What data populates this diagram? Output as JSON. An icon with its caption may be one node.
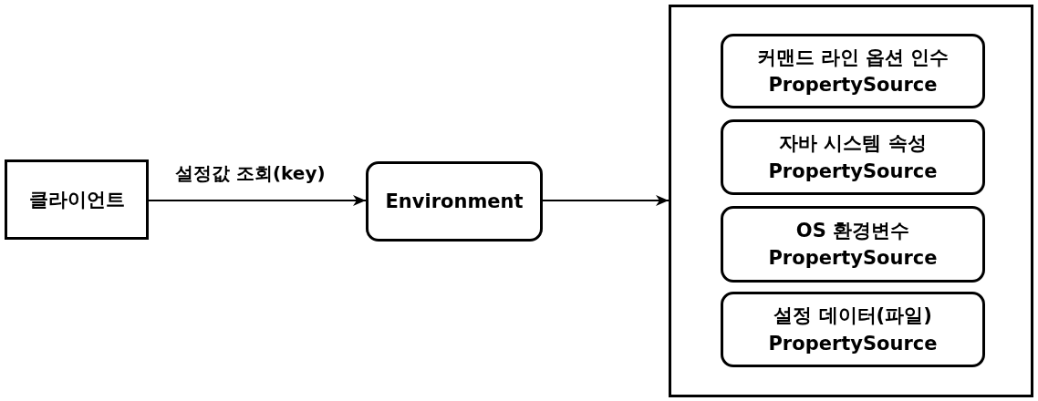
{
  "diagram": {
    "nodes": [
      {
        "text": [
          "클라이언트"
        ]
      },
      {
        "text": [
          "Environment"
        ]
      },
      {
        "text": [],
        "shape": "box"
      },
      {
        "text": [
          "커맨드 라인 옵션 인수",
          "PropertySource"
        ],
        "in": 2
      },
      {
        "text": [
          "자바 시스템 속성",
          "PropertySource"
        ],
        "in": 2
      },
      {
        "text": [
          "OS 환경변수",
          "PropertySource"
        ],
        "in": 2
      },
      {
        "text": [
          "설정 데이터(파일)",
          "PropertySource"
        ],
        "in": 2
      }
    ],
    "edges": [
      {
        "from": 0,
        "to": 1,
        "arrow": "to",
        "label": "설정값 조회(key)"
      },
      {
        "from": 1,
        "to": 2,
        "arrow": "to"
      }
    ]
  }
}
